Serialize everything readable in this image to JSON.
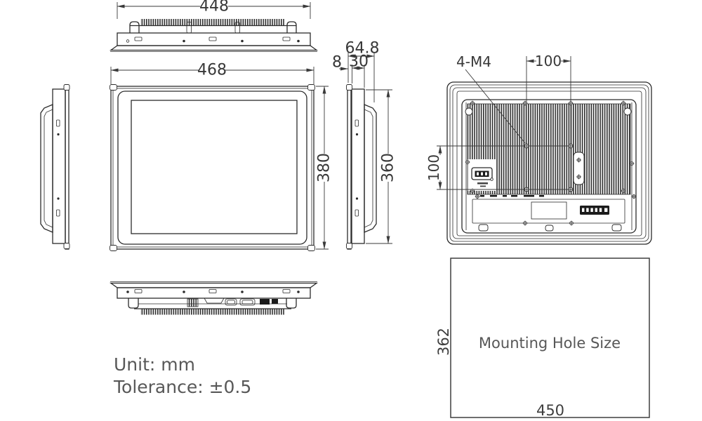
{
  "dimensions": {
    "top_width": "448",
    "front_width": "468",
    "front_height": "380",
    "side_total_depth": "64.8",
    "side_bezel_thickness": "8",
    "side_front_depth": "30",
    "side_body_height": "360",
    "rear_mount_thread": "4-M4",
    "rear_vesa_horizontal": "100",
    "rear_vesa_vertical": "100"
  },
  "mounting_box": {
    "label": "Mounting Hole Size",
    "cutout_width": "450",
    "cutout_height": "362"
  },
  "notes": {
    "unit": "Unit: mm",
    "tolerance": "Tolerance: ±0.5"
  },
  "colors": {
    "background": "#ffffff",
    "line": "#2b2b2b",
    "dimension_text": "#383838",
    "note_text": "#585858"
  }
}
